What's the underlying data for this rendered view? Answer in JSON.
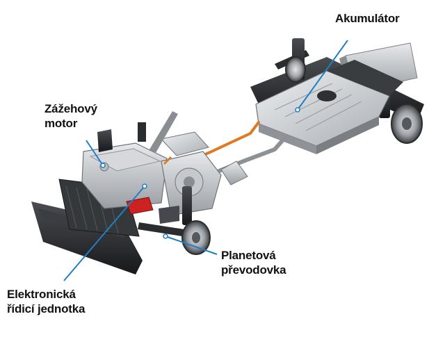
{
  "labels": {
    "akumulator": {
      "lines": [
        "Akumulátor"
      ]
    },
    "motor": {
      "lines": [
        "Zážehový",
        "motor"
      ]
    },
    "planetova": {
      "lines": [
        "Planetová",
        "převodovka"
      ]
    },
    "ecu": {
      "lines": [
        "Elektronická",
        "řídicí jednotka"
      ]
    }
  },
  "colors": {
    "leader_line": "#1f7fc4",
    "leader_dot": "#ffffff",
    "cable": "#e07a22",
    "battery_casing": "#c9ccd0",
    "engine_casing": "#b9bcc1",
    "frame": "#2a2c2f",
    "battery_box": "#cc2222",
    "label_text": "#111111"
  }
}
